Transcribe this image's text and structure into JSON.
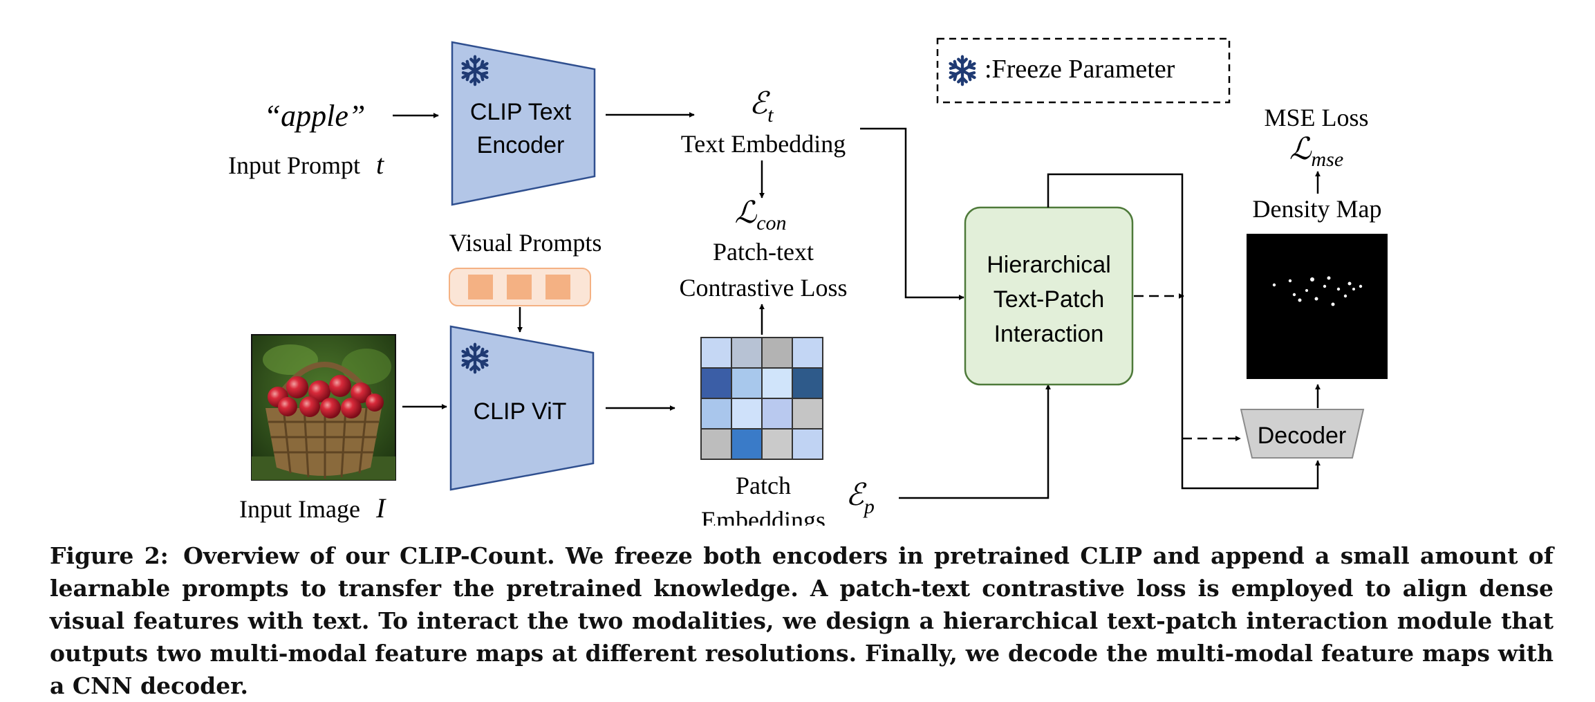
{
  "colors": {
    "encoder_fill": "#b3c6e7",
    "encoder_stroke": "#2f4f8f",
    "interaction_fill": "#e2efd9",
    "interaction_stroke": "#4e7a3a",
    "prompt_fill": "#fbe5d6",
    "prompt_token": "#f4b183",
    "decoder_fill": "#d0d0d0",
    "snowflake": "#1f3a73"
  },
  "icons": {
    "freeze": "snowflake-icon",
    "input_image": "apple-basket-photo"
  },
  "diagram": {
    "prompt_text": "“apple”",
    "input_prompt_label": "Input Prompt",
    "input_prompt_symbol": "t",
    "text_encoder_line1": "CLIP Text",
    "text_encoder_line2": "Encoder",
    "text_embedding_symbol": "ℰ",
    "text_embedding_sub": "t",
    "text_embedding_label": "Text Embedding",
    "contrastive_symbol": "ℒ",
    "contrastive_sub": "con",
    "contrastive_label_line1": "Patch-text",
    "contrastive_label_line2": "Contrastive Loss",
    "visual_prompts_label": "Visual Prompts",
    "vit_label": "CLIP ViT",
    "input_image_label": "Input Image",
    "input_image_symbol": "I",
    "patch_label_line1": "Patch",
    "patch_label_line2": "Embeddings",
    "patch_symbol": "ℰ",
    "patch_sub": "p",
    "patch_grid_colors": [
      [
        "#c5d7f4",
        "#b7c2d4",
        "#b3b3b3",
        "#c3d6f4"
      ],
      [
        "#3b5ea6",
        "#a8c8ec",
        "#d0e4fa",
        "#2e5a8a"
      ],
      [
        "#a9c6ec",
        "#cfe1fa",
        "#b9c9ef",
        "#c5c5c5"
      ],
      [
        "#bdbdbd",
        "#3a7bc8",
        "#cacaca",
        "#c0d3f3"
      ]
    ],
    "interaction_line1": "Hierarchical",
    "interaction_line2": "Text-Patch",
    "interaction_line3": "Interaction",
    "legend_label": ":Freeze Parameter",
    "mse_label": "MSE Loss",
    "mse_symbol": "ℒ",
    "mse_sub": "mse",
    "density_label": "Density Map",
    "decoder_label": "Decoder"
  },
  "caption": {
    "label": "Figure 2:",
    "text": "Overview of our CLIP-Count. We freeze both encoders in pretrained CLIP and append a small amount of learnable prompts to transfer the pretrained knowledge. A patch-text contrastive loss is employed to align dense visual features with text. To interact the two modalities, we design a hierarchical text-patch interaction module that outputs two multi-modal feature maps at different resolutions. Finally, we decode the multi-modal feature maps with a CNN decoder."
  }
}
